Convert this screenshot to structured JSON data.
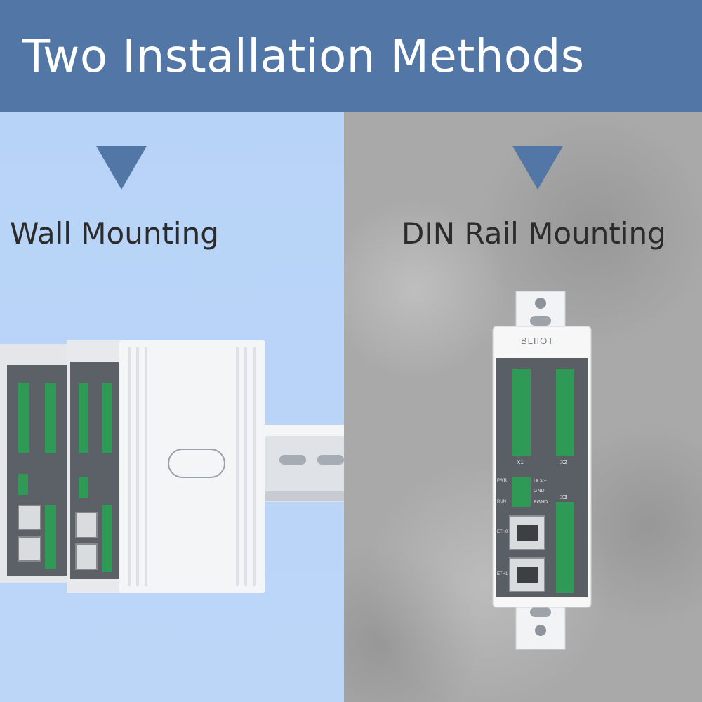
{
  "header": {
    "title": "Two Installation Methods"
  },
  "methods": [
    {
      "label": "Wall Mounting",
      "arrow_icon": "triangle-down-icon"
    },
    {
      "label": "DIN Rail Mounting",
      "arrow_icon": "triangle-down-icon"
    }
  ],
  "device": {
    "logo_text": "BLIIOT",
    "connector_labels": {
      "x1": "X1",
      "x2": "X2",
      "x3": "X3",
      "dc": "DCV+",
      "gnd": "GND",
      "pgnd": "PGND",
      "eth0": "ETH0",
      "eth1": "ETH1",
      "pwr": "PWR",
      "run": "RUN"
    }
  },
  "colors": {
    "header_bg": "#5277a7",
    "left_bg": "#b9d4f7",
    "right_bg": "#a9a9a9",
    "terminal_green": "#2f9a55"
  }
}
